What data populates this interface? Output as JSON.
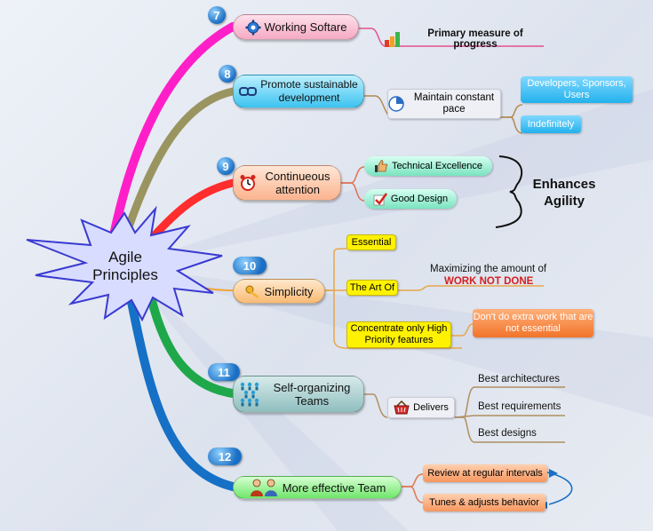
{
  "center": {
    "label": "Agile Principles"
  },
  "branches": [
    {
      "number": "7",
      "label": "Working Softare",
      "icon": "gear-icon",
      "children": [
        {
          "label": "Primary measure of progress",
          "icon": "bar-chart-icon"
        }
      ]
    },
    {
      "number": "8",
      "label": "Promote sustainable development",
      "icon": "link-icon",
      "children": [
        {
          "label": "Maintain constant pace",
          "icon": "pie-chart-icon",
          "children": [
            {
              "label": "Developers, Sponsors, Users"
            },
            {
              "label": "Indefinitely"
            }
          ]
        }
      ]
    },
    {
      "number": "9",
      "label": "Continueous attention",
      "icon": "alarm-clock-icon",
      "children": [
        {
          "label": "Technical Excellence",
          "icon": "thumbs-up-icon"
        },
        {
          "label": "Good Design",
          "icon": "check-mark-icon"
        }
      ],
      "summary": "Enhances Agility"
    },
    {
      "number": "10",
      "label": "Simplicity",
      "icon": "key-icon",
      "children": [
        {
          "label": "Essential"
        },
        {
          "label": "The Art Of",
          "note": "Maximizing the amount of",
          "highlight": "WORK NOT DONE"
        },
        {
          "label": "Concentrate only High Priority features",
          "children": [
            {
              "label": "Don't do extra work  that are not essential"
            }
          ]
        }
      ]
    },
    {
      "number": "11",
      "label": "Self-organizing Teams",
      "icon": "people-group-icon",
      "children": [
        {
          "label": "Delivers",
          "icon": "basket-icon",
          "children": [
            {
              "label": "Best architectures"
            },
            {
              "label": "Best requirements"
            },
            {
              "label": "Best designs"
            }
          ]
        }
      ]
    },
    {
      "number": "12",
      "label": "More effective Team",
      "icon": "two-people-icon",
      "children": [
        {
          "label": "Review at regular intervals"
        },
        {
          "label": "Tunes & adjusts behavior"
        }
      ]
    }
  ],
  "colors": {
    "branch7": "#ff1fc8",
    "branch8": "#9a9560",
    "branch9": "#ff2d2d",
    "branch10": "#f1a33a",
    "branch11": "#1ea84a",
    "branch12": "#1570c6",
    "star": "#d8dcff",
    "starStroke": "#3a3ad0"
  }
}
